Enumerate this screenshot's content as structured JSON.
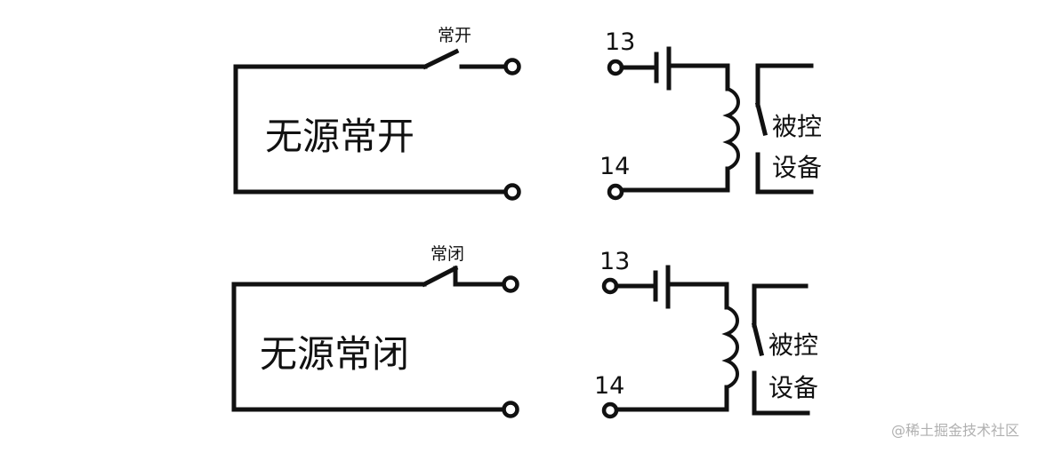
{
  "top": {
    "title": "无源常开",
    "switch_label": "常开",
    "terminal_13": "13",
    "terminal_14": "14",
    "device_label_1": "被控",
    "device_label_2": "设备"
  },
  "bottom": {
    "title": "无源常闭",
    "switch_label": "常闭",
    "terminal_13": "13",
    "terminal_14": "14",
    "device_label_1": "被控",
    "device_label_2": "设备"
  },
  "watermark": "@稀土掘金技术社区"
}
